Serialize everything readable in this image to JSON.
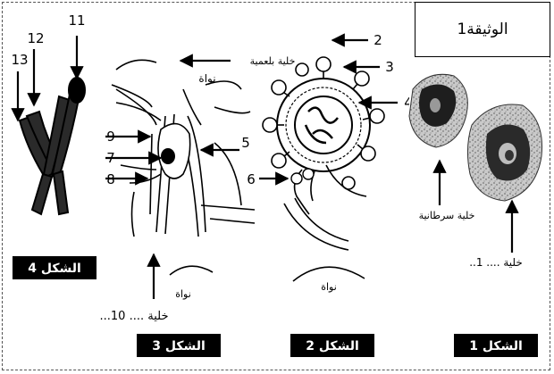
{
  "document_title": "الوثيقة1",
  "figures": [
    {
      "label": "الشكل 1",
      "annotations": {
        "cancer_cell": "خلية سرطانية",
        "cell_1": "خلية .... 1.."
      }
    },
    {
      "label": "الشكل 2",
      "annotations": {
        "nucleus": "نواة"
      },
      "numbers": [
        "2",
        "3",
        "4",
        "6"
      ]
    },
    {
      "label": "الشكل 3",
      "annotations": {
        "nucleus_top": "نواة",
        "phagocytic_cell": "خلية بلعمية",
        "nucleus_bottom": "نواة",
        "cell_10": "خلية .... 10..."
      },
      "numbers": [
        "5",
        "7",
        "8",
        "9"
      ]
    },
    {
      "label": "الشكل 4",
      "numbers": [
        "11",
        "12",
        "13"
      ]
    }
  ]
}
